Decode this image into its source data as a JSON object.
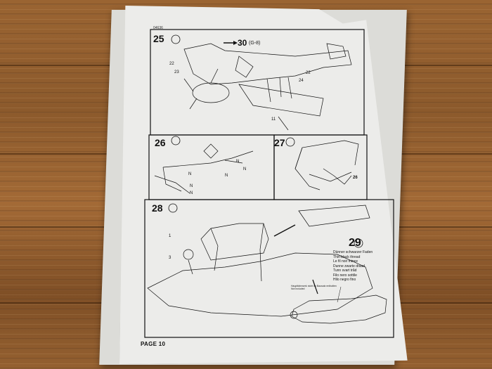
{
  "sheet": {
    "code": "04636",
    "page_label": "PAGE 10"
  },
  "steps": [
    {
      "number": "25",
      "ref_arrow": "30",
      "ref_variant": "(G-8)",
      "part_labels": [
        "22",
        "23",
        "22",
        "24",
        "11"
      ]
    },
    {
      "number": "26",
      "part_labels": [
        "N",
        "N",
        "N",
        "N",
        "N",
        "N"
      ]
    },
    {
      "number": "27",
      "part_labels": [
        "26"
      ]
    },
    {
      "number": "28",
      "part_labels": [
        "1",
        "3"
      ]
    },
    {
      "number": "29",
      "thread_lines": [
        "Dünner schwarzer Faden",
        "Thin black thread",
        "Le fil noir mince",
        "Dunne zwarte draad",
        "Tunn svart tråd",
        "Filo nero sottile",
        "Hilo negro fino"
      ],
      "note_lines": [
        "Hauptfahrwerk nicht im Bausatz enthalten",
        "Not included"
      ]
    }
  ],
  "colors": {
    "paper": "#ececea",
    "ink": "#111111",
    "table": "#8c5a2c"
  }
}
